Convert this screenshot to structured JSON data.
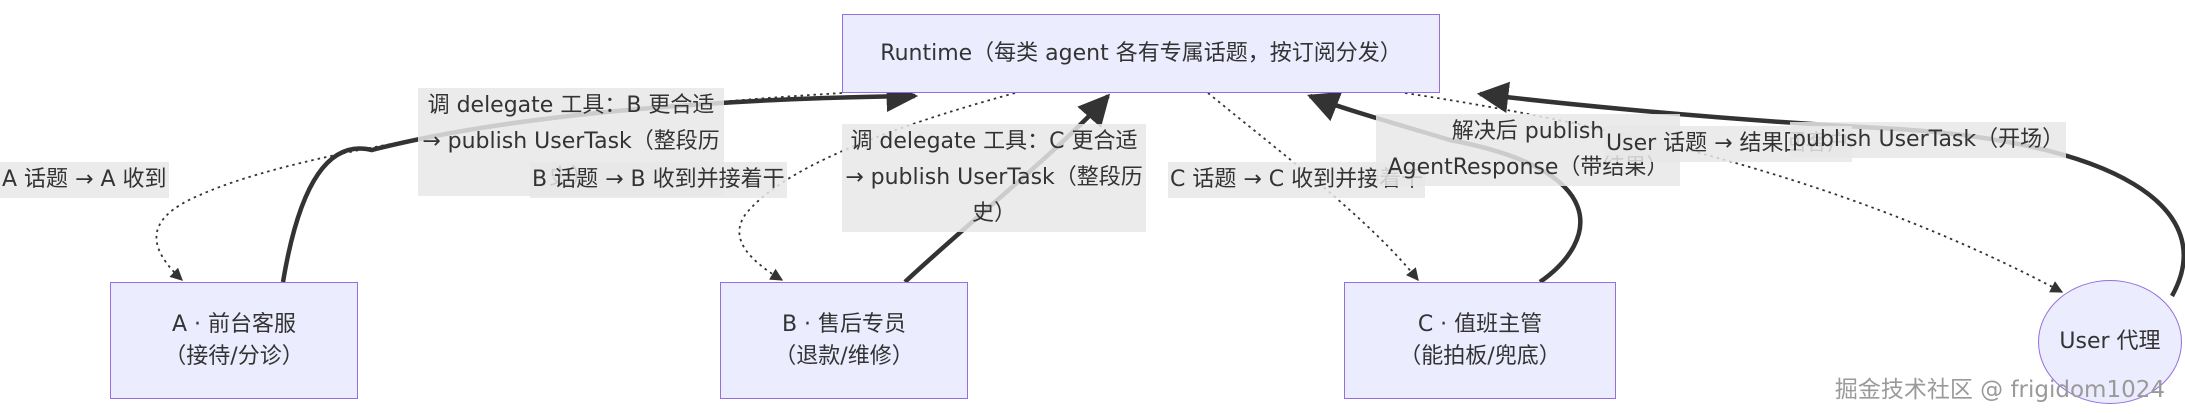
{
  "nodes": {
    "runtime": {
      "line1": "Runtime（每类 agent 各有专属话题，按订阅分发）"
    },
    "a": {
      "line1": "A · 前台客服",
      "line2": "（接待/分诊）"
    },
    "b": {
      "line1": "B · 售后专员",
      "line2": "（退款/维修）"
    },
    "c": {
      "line1": "C · 值班主管",
      "line2": "（能拍板/兜底）"
    },
    "user": {
      "line1": "User 代理"
    }
  },
  "edge_labels": {
    "runtime_to_a": "A 话题 → A 收到",
    "a_delegate": "调 delegate 工具：B 更合适 → publish UserTask（整段历史）",
    "runtime_to_b": "B 话题 → B 收到并接着干",
    "b_delegate": "调 delegate 工具：C 更合适 → publish UserTask（整段历史）",
    "runtime_to_c": "C 话题 → C 收到并接着干",
    "c_response": "解决后 publish AgentResponse（带结果）",
    "runtime_to_user": "User 话题 → 结果回客户",
    "user_publish": "publish UserTask（开场）"
  },
  "watermark": "掘金技术社区 @ frigidom1024",
  "colors": {
    "node_fill": "#ECECFF",
    "node_border": "#9370DB",
    "edge": "#333333",
    "label_bg": "#E8E8E8"
  }
}
